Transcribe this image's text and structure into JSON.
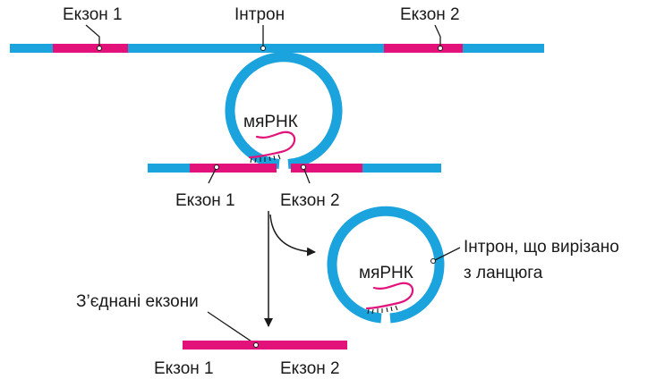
{
  "labels": {
    "exon1_top": "Екзон 1",
    "intron_top": "Інтрон",
    "exon2_top": "Екзон 2",
    "snrna_1": "мяРНК",
    "exon1_mid": "Екзон 1",
    "exon2_mid": "Екзон 2",
    "intron_excised_line1": "Інтрон, що вирізано",
    "intron_excised_line2": "з ланцюга",
    "snrna_2": "мяРНК",
    "joined_exons": "З’єднані екзони",
    "exon1_bottom": "Екзон 1",
    "exon2_bottom": "Екзон 2"
  },
  "colors": {
    "intron": "#1aa3dd",
    "exon": "#e2127a",
    "line": "#1a1a1a",
    "background": "#ffffff"
  }
}
